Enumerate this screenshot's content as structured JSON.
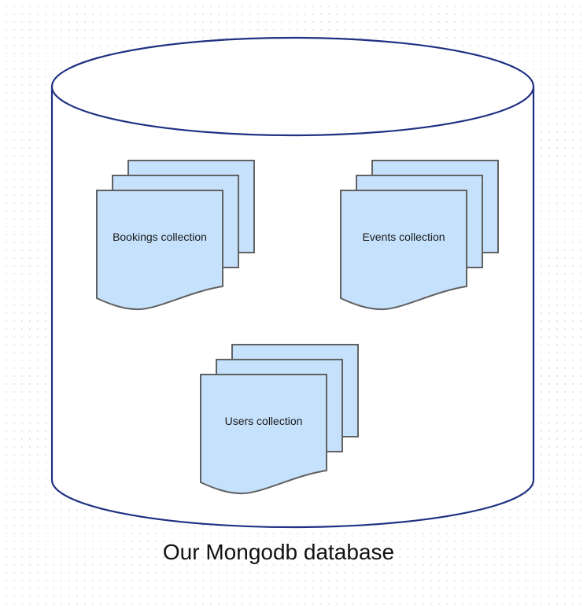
{
  "diagram": {
    "caption": "Our Mongodb database",
    "database_shape": "cylinder",
    "colors": {
      "cylinder_stroke": "#1f3182",
      "document_fill": "#c5e1fc",
      "document_stroke": "#616161"
    },
    "collections": [
      {
        "label": "Bookings collection",
        "shape": "multi-document"
      },
      {
        "label": "Events collection",
        "shape": "multi-document"
      },
      {
        "label": "Users collection",
        "shape": "multi-document"
      }
    ]
  }
}
